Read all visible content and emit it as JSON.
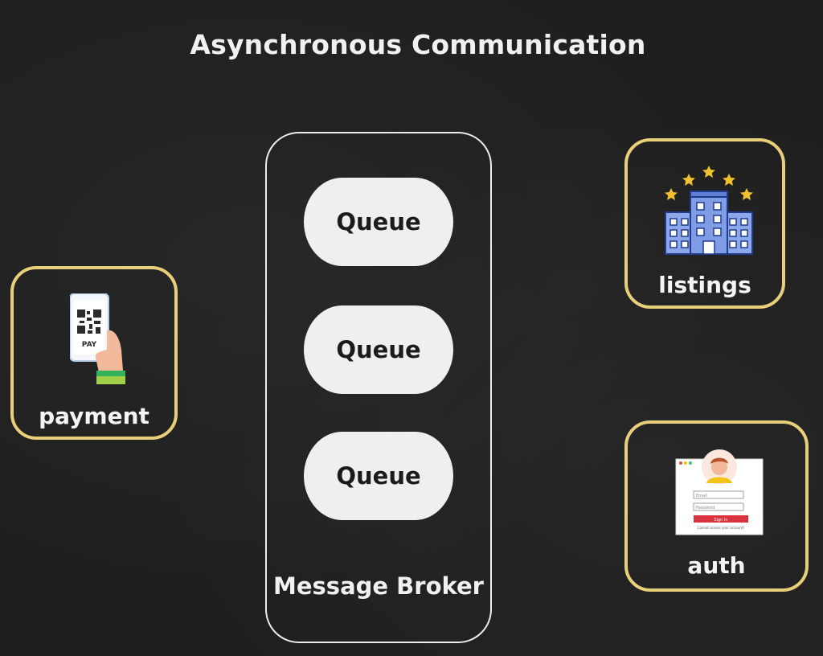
{
  "title": "Asynchronous Communication",
  "broker": {
    "label": "Message Broker",
    "queues": [
      "Queue",
      "Queue",
      "Queue"
    ]
  },
  "services": {
    "payment": {
      "label": "payment",
      "icon": "qr-payment-phone-icon",
      "icon_text": "PAY"
    },
    "listings": {
      "label": "listings",
      "icon": "hotel-building-icon"
    },
    "auth": {
      "label": "auth",
      "icon": "login-form-icon",
      "form_text": [
        "Email",
        "Password",
        "Sign In",
        "Cannot access your account?"
      ]
    }
  },
  "colors": {
    "background": "#1f1f1f",
    "service_border": "#e9cf79",
    "queue_fill": "#f1eeee",
    "broker_border": "#ececec"
  }
}
